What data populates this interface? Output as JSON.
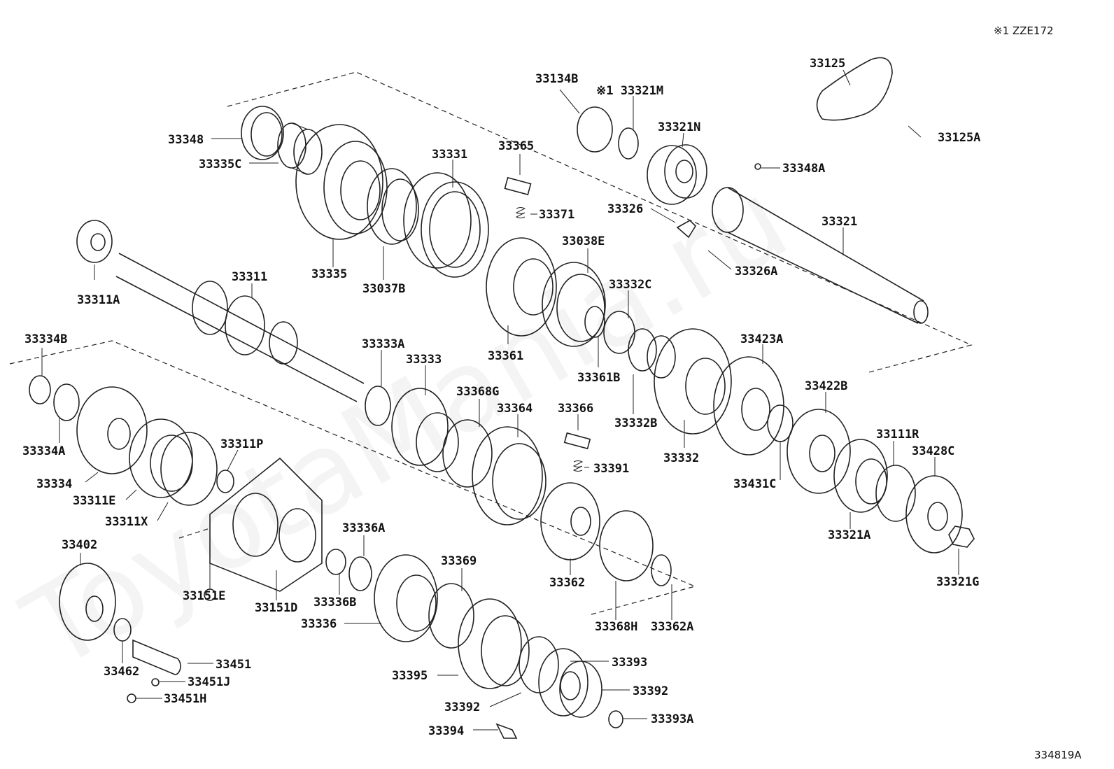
{
  "header_note": "※1 ZZE172",
  "figure_code": "334819A",
  "watermark": "ToyotaMania.ru",
  "labels": {
    "33348": "33348",
    "33335C": "33335C",
    "33335": "33335",
    "33331": "33331",
    "33037B": "33037B",
    "33365": "33365",
    "33371": "33371",
    "33134B": "33134B",
    "33321M": "※1 33321M",
    "33321N": "33321N",
    "33125": "33125",
    "33125A": "33125A",
    "33348A": "33348A",
    "33326": "33326",
    "33321": "33321",
    "33326A": "33326A",
    "33038E": "33038E",
    "33332C": "33332C",
    "33311A": "33311A",
    "33311": "33311",
    "33361": "33361",
    "33361B": "33361B",
    "33423A": "33423A",
    "33334B": "33334B",
    "33333A": "33333A",
    "33333": "33333",
    "33368G": "33368G",
    "33364": "33364",
    "33366": "33366",
    "33332B": "33332B",
    "33332": "33332",
    "33422B": "33422B",
    "33334A": "33334A",
    "33311P": "33311P",
    "33391": "33391",
    "33111R": "33111R",
    "33428C": "33428C",
    "33334": "33334",
    "33311E": "33311E",
    "33431C": "33431C",
    "33311X": "33311X",
    "33402": "33402",
    "33336A": "33336A",
    "33369": "33369",
    "33321A": "33321A",
    "33362": "33362",
    "33321G": "33321G",
    "33151E": "33151E",
    "33151D": "33151D",
    "33336B": "33336B",
    "33336": "33336",
    "33368H": "33368H",
    "33362A": "33362A",
    "33462": "33462",
    "33451": "33451",
    "33451J": "33451J",
    "33451H": "33451H",
    "33395": "33395",
    "33393": "33393",
    "33392_a": "33392",
    "33392_b": "33392",
    "33393A": "33393A",
    "33394": "33394"
  }
}
